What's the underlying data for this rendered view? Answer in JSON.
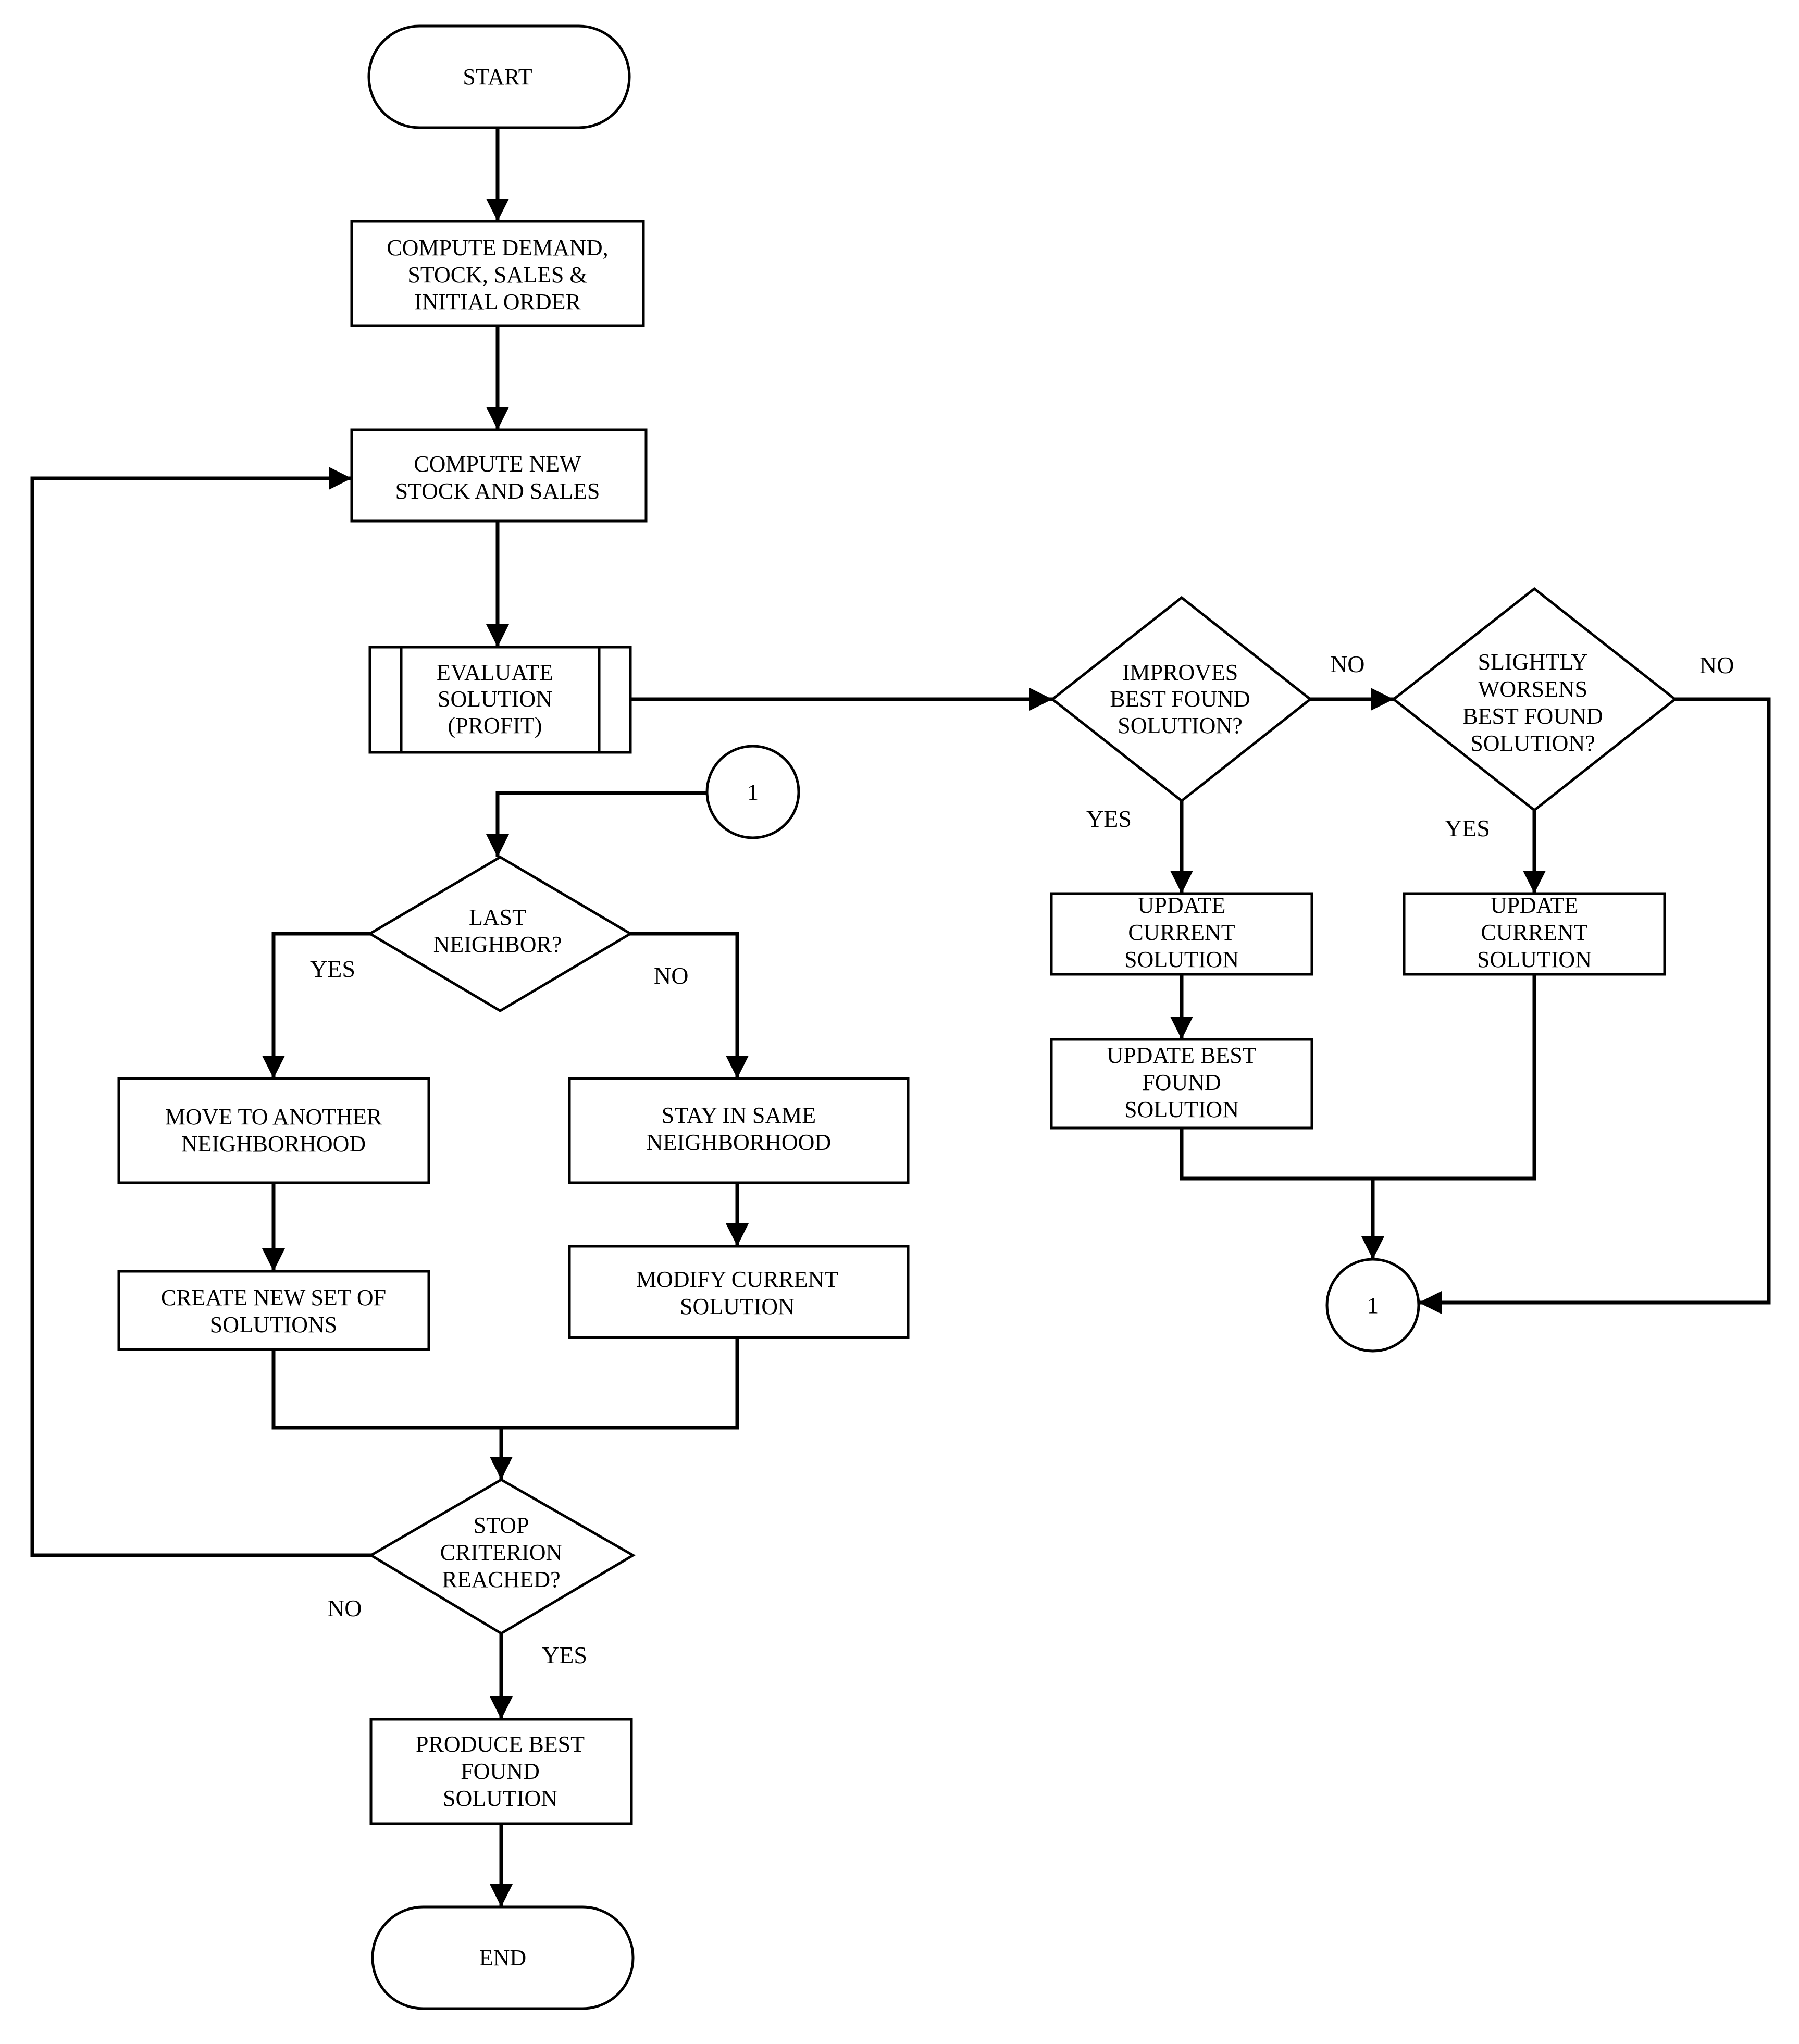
{
  "nodes": {
    "start": [
      "START"
    ],
    "compute_demand": [
      "COMPUTE DEMAND,",
      "STOCK, SALES &",
      "INITIAL ORDER"
    ],
    "compute_new": [
      "COMPUTE NEW",
      "STOCK AND SALES"
    ],
    "evaluate": [
      "EVALUATE",
      "SOLUTION",
      "(PROFIT)"
    ],
    "connector_top": [
      "1"
    ],
    "last_neighbor": [
      "LAST",
      "NEIGHBOR?"
    ],
    "move_another": [
      "MOVE TO ANOTHER",
      "NEIGHBORHOOD"
    ],
    "create_new_set": [
      "CREATE NEW SET OF",
      "SOLUTIONS"
    ],
    "stay_same": [
      "STAY IN SAME",
      "NEIGHBORHOOD"
    ],
    "modify_current": [
      "MODIFY CURRENT",
      "SOLUTION"
    ],
    "stop_criterion": [
      "STOP",
      "CRITERION",
      "REACHED?"
    ],
    "produce_best": [
      "PRODUCE BEST",
      "FOUND",
      "SOLUTION"
    ],
    "end": [
      "END"
    ],
    "improves": [
      "IMPROVES",
      "BEST FOUND",
      "SOLUTION?"
    ],
    "slightly_worsens": [
      "SLIGHTLY",
      "WORSENS",
      "BEST FOUND",
      "SOLUTION?"
    ],
    "update_current_1": [
      "UPDATE",
      "CURRENT",
      "SOLUTION"
    ],
    "update_best": [
      "UPDATE BEST",
      "FOUND",
      "SOLUTION"
    ],
    "update_current_2": [
      "UPDATE",
      "CURRENT",
      "SOLUTION"
    ],
    "connector_bottom": [
      "1"
    ]
  },
  "edge_labels": {
    "last_yes": "YES",
    "last_no": "NO",
    "stop_no": "NO",
    "stop_yes": "YES",
    "improves_no": "NO",
    "improves_yes": "YES",
    "worsens_no": "NO",
    "worsens_yes": "YES"
  }
}
